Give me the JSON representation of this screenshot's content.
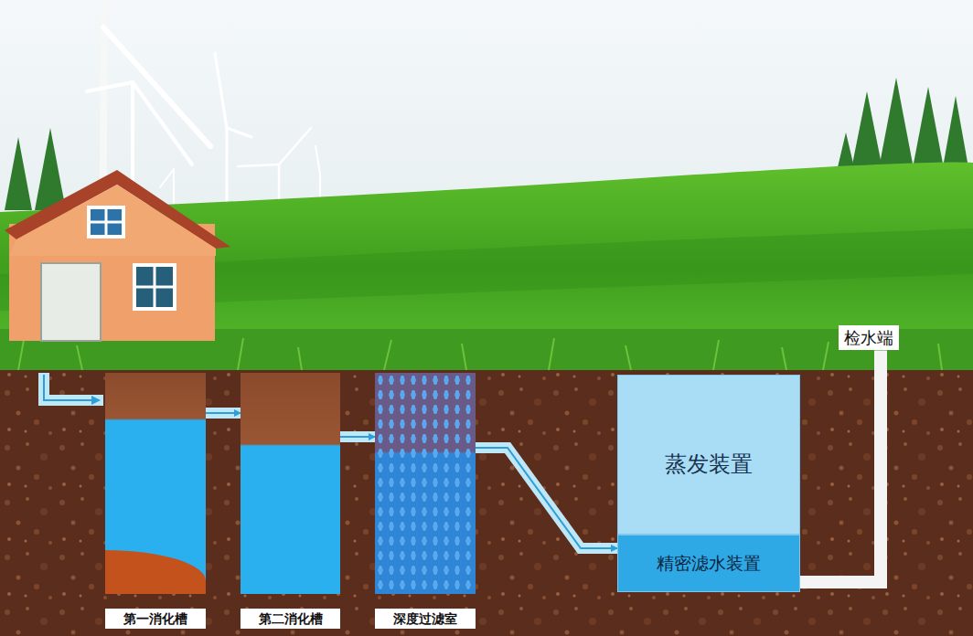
{
  "diagram": {
    "nodes": [
      {
        "text": [
          "第一消化槽"
        ]
      },
      {
        "text": [
          "第二消化槽"
        ]
      },
      {
        "text": [
          "深度过滤室"
        ]
      },
      {
        "text": [
          "蒸发装置"
        ]
      },
      {
        "text": [
          "精密滤水装置"
        ]
      },
      {
        "text": [
          "检水端"
        ]
      }
    ],
    "edges": [
      {
        "from": 0,
        "to": 1,
        "arrow": "to"
      },
      {
        "from": 1,
        "to": 2,
        "arrow": "to"
      },
      {
        "from": 2,
        "to": 4,
        "arrow": "to"
      },
      {
        "from": 4,
        "to": 3,
        "arrow": "to"
      },
      {
        "from": 4,
        "to": 5,
        "arrow": "none"
      }
    ]
  }
}
